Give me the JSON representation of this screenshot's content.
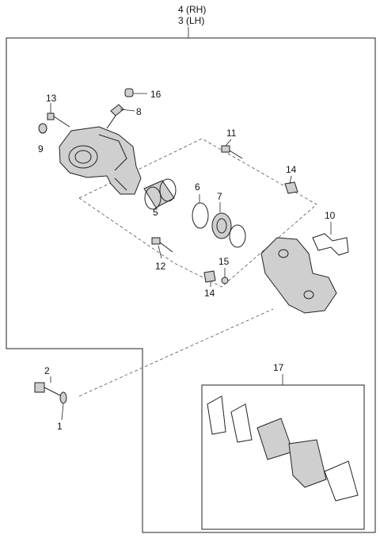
{
  "header": {
    "line1": "4 (RH)",
    "line2": "3 (LH)"
  },
  "labels": {
    "p1": "1",
    "p2": "2",
    "p5": "5",
    "p6": "6",
    "p7": "7",
    "p8": "8",
    "p9": "9",
    "p10": "10",
    "p11": "11",
    "p12": "12",
    "p13": "13",
    "p14a": "14",
    "p14b": "14",
    "p15": "15",
    "p16": "16",
    "p17": "17"
  }
}
